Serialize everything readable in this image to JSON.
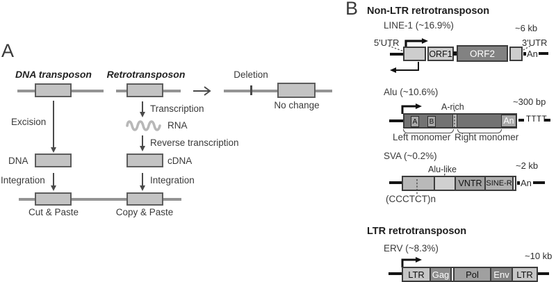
{
  "palette": {
    "panel_a_line": "#949494",
    "panel_a_box_fill": "#c3c3c3",
    "panel_a_box_border": "#5d5d5d",
    "dark_gray_box": "#848484",
    "mid_gray_box": "#a2a2a2",
    "light_gray_box": "#cdcdcd",
    "chromosome_black": "#141414",
    "rna_wave": "#b8b8b8",
    "text": "#3a3a3a"
  },
  "panel_a": {
    "label": "A",
    "dna": {
      "title": "DNA transposon",
      "excision_label": "Excision",
      "dna_label": "DNA",
      "integration_label": "Integration",
      "result_label": "Cut & Paste"
    },
    "retro": {
      "title": "Retrotransposon",
      "transcription_label": "Transcription",
      "rna_label": "RNA",
      "reverse_label": "Reverse transcription",
      "cdna_label": "cDNA",
      "integration_label": "Integration",
      "result_label": "Copy & Paste"
    },
    "deletion": {
      "deletion_label": "Deletion",
      "no_change_label": "No change"
    }
  },
  "panel_b": {
    "label": "B",
    "non_ltr_heading": "Non-LTR retrotransposon",
    "line1": {
      "name": "LINE-1 (~16.9%)",
      "size": "~6 kb",
      "utr5": "5'UTR",
      "utr3": "3'UTR",
      "orf1": "ORF1",
      "orf2": "ORF2",
      "an": "An"
    },
    "alu": {
      "name": "Alu (~10.6%)",
      "size": "~300 bp",
      "a_rich": "A-rich",
      "a": "A",
      "b": "B",
      "an": "An",
      "tail": "TTTT",
      "left_monomer": "Left monomer",
      "right_monomer": "Right monomer"
    },
    "sva": {
      "name": "SVA (~0.2%)",
      "size": "~2 kb",
      "alu_like": "Alu-like",
      "repeat": "(CCCTCT)n",
      "vntr": "VNTR",
      "sine_r": "SINE-R",
      "an": "An"
    },
    "ltr_heading": "LTR retrotransposon",
    "erv": {
      "name": "ERV (~8.3%)",
      "size": "~10 kb",
      "ltr1": "LTR",
      "gag": "Gag",
      "pol": "Pol",
      "env": "Env",
      "ltr2": "LTR"
    }
  }
}
